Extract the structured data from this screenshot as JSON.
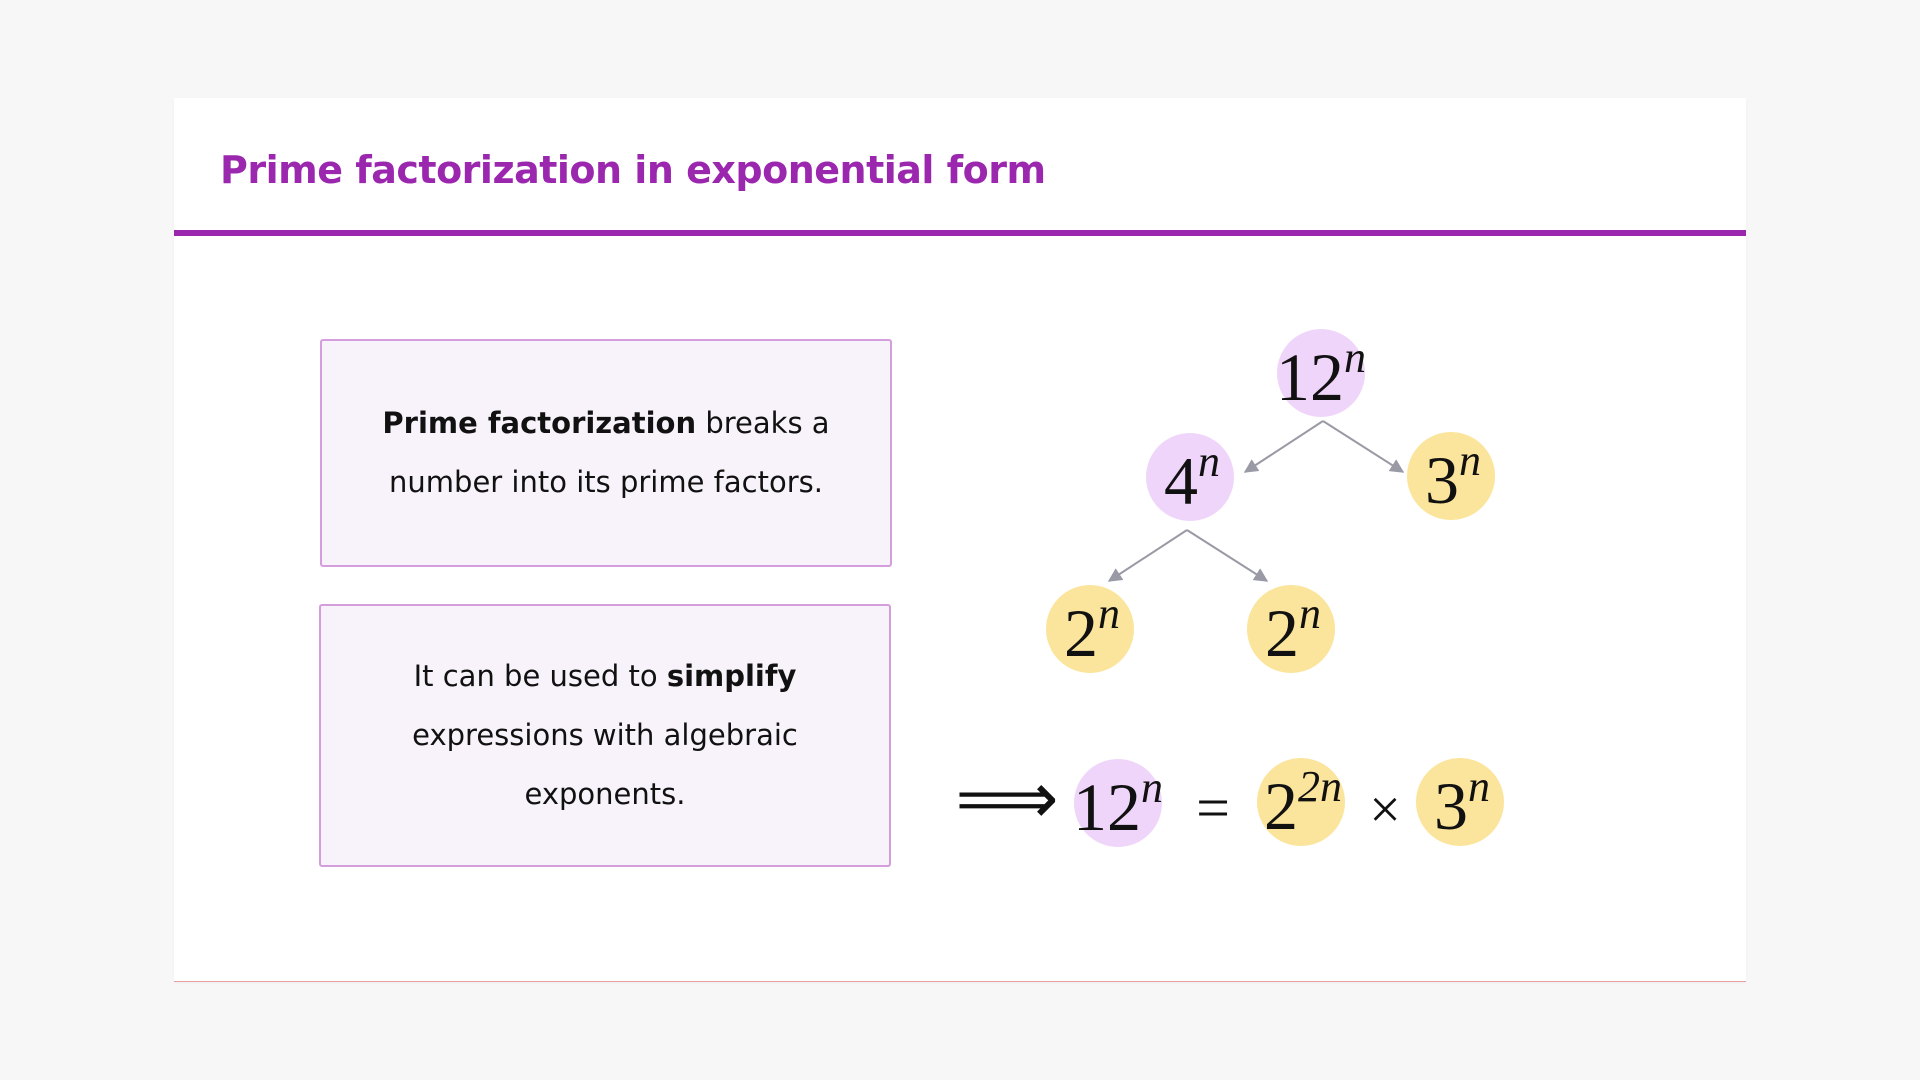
{
  "slide": {
    "title": "Prime factorization in exponential form"
  },
  "info_boxes": [
    {
      "bold": "Prime factorization",
      "rest": " breaks a number into its prime factors."
    },
    {
      "pre": "It can be used to ",
      "bold": "simplify",
      "post": " expressions with algebraic exponents."
    }
  ],
  "tree": {
    "root": {
      "base": "12",
      "exp": "n",
      "color": "purple"
    },
    "left": {
      "base": "4",
      "exp": "n",
      "color": "purple"
    },
    "right": {
      "base": "3",
      "exp": "n",
      "color": "yellow"
    },
    "leaf_left": {
      "base": "2",
      "exp": "n",
      "color": "yellow"
    },
    "leaf_right": {
      "base": "2",
      "exp": "n",
      "color": "yellow"
    }
  },
  "equation": {
    "implies": "⟹",
    "lhs": {
      "base": "12",
      "exp": "n",
      "color": "purple"
    },
    "equals": "=",
    "term1": {
      "base": "2",
      "exp": "2n",
      "color": "yellow"
    },
    "times": "×",
    "term2": {
      "base": "3",
      "exp": "n",
      "color": "yellow"
    }
  },
  "colors": {
    "accent": "#9b27af",
    "purple_node": "#efd5fa",
    "yellow_node": "#fbe49b",
    "box_fill": "#f8f3fa",
    "box_border": "#d49ddc"
  }
}
